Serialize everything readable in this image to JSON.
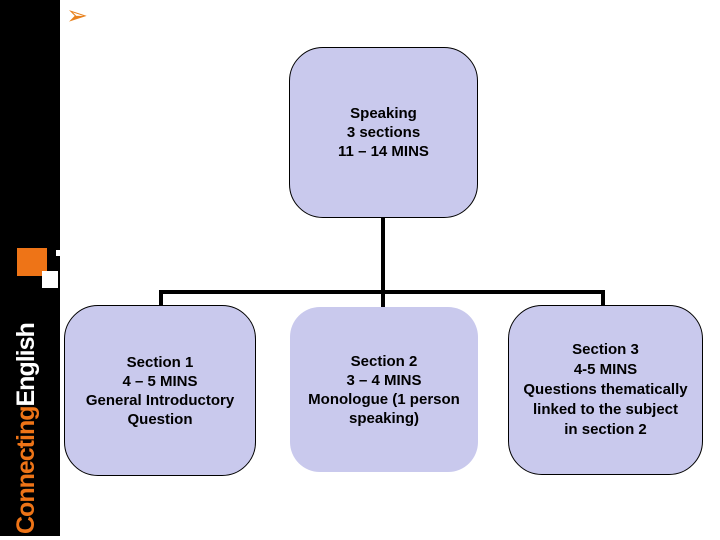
{
  "theme": {
    "background": "#ffffff",
    "sidebar_color": "#000000",
    "accent_orange": "#ee7417",
    "node_fill": "#c9c9ed",
    "node_border": "#000000"
  },
  "sidebar": {
    "brand_primary": "Connecting",
    "brand_secondary": "English"
  },
  "bullet_glyph": "➢",
  "diagram": {
    "root": {
      "lines": [
        "Speaking",
        "3 sections",
        "11 – 14 MINS"
      ]
    },
    "nodes": [
      {
        "id": "section-1",
        "lines": [
          "Section 1",
          "4 – 5 MINS",
          "General Introductory",
          "Question"
        ]
      },
      {
        "id": "section-2",
        "lines": [
          "Section 2",
          "3 – 4 MINS",
          "Monologue (1 person",
          "speaking)"
        ]
      },
      {
        "id": "section-3",
        "lines": [
          "Section 3",
          "4-5 MINS",
          "Questions thematically",
          "linked to the subject",
          "in section 2"
        ]
      }
    ]
  }
}
